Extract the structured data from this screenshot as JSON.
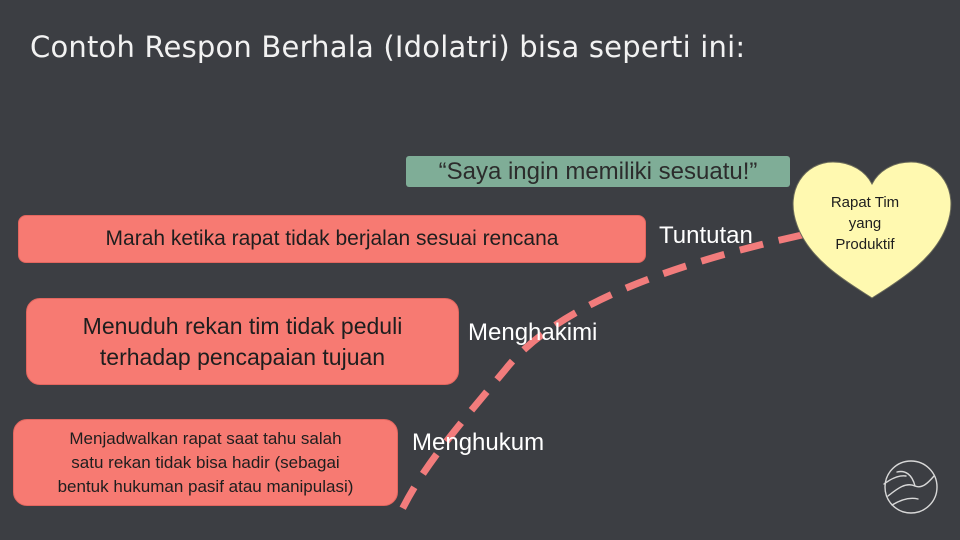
{
  "title": "Contoh Respon Berhala (Idolatri) bisa seperti ini:",
  "desire": "“Saya ingin memiliki sesuatu!”",
  "heart": {
    "lines": [
      "Rapat Tim",
      "yang",
      "Produktif"
    ],
    "fill": "#fff9b0"
  },
  "responses": [
    {
      "label": "Tuntutan",
      "lines": [
        "Marah ketika rapat tidak berjalan sesuai rencana"
      ]
    },
    {
      "label": "Menghakimi",
      "lines": [
        "Menuduh rekan tim tidak peduli",
        "terhadap pencapaian tujuan"
      ]
    },
    {
      "label": "Menghukum",
      "lines": [
        "Menjadwalkan rapat saat tahu salah",
        "satu rekan tidak bisa hadir (sebagai",
        "bentuk hukuman pasif atau manipulasi)"
      ]
    }
  ],
  "colors": {
    "background": "#3c3e43",
    "response_box": "#f77a72",
    "desire_box": "#7fad97",
    "dashed_path": "#f27c7c"
  },
  "icons": [
    "bird-logo-icon"
  ]
}
